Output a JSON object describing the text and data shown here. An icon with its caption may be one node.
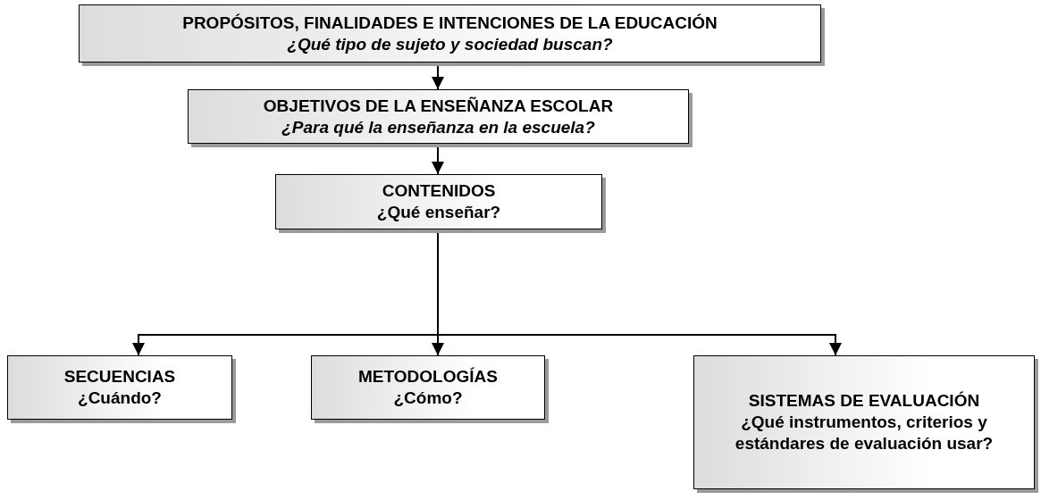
{
  "diagram": {
    "nodes": [
      {
        "text": [
          "PROPÓSITOS, FINALIDADES E INTENCIONES DE LA EDUCACIÓN",
          "¿Qué tipo de sujeto y sociedad buscan?"
        ]
      },
      {
        "text": [
          "OBJETIVOS DE LA ENSEÑANZA ESCOLAR",
          "¿Para qué la enseñanza en la escuela?"
        ]
      },
      {
        "text": [
          "CONTENIDOS",
          "¿Qué enseñar?"
        ]
      },
      {
        "text": [
          "SECUENCIAS",
          "¿Cuándo?"
        ]
      },
      {
        "text": [
          "METODOLOGÍAS",
          "¿Cómo?"
        ]
      },
      {
        "text": [
          "SISTEMAS DE EVALUACIÓN",
          "¿Qué instrumentos, criterios y estándares de evaluación usar?"
        ]
      }
    ],
    "edges": [
      {
        "from": 0,
        "to": 1,
        "arrow": "to"
      },
      {
        "from": 1,
        "to": 2,
        "arrow": "to"
      },
      {
        "from": 2,
        "to": 3,
        "arrow": "to"
      },
      {
        "from": 2,
        "to": 4,
        "arrow": "to"
      },
      {
        "from": 2,
        "to": 5,
        "arrow": "to"
      }
    ]
  }
}
